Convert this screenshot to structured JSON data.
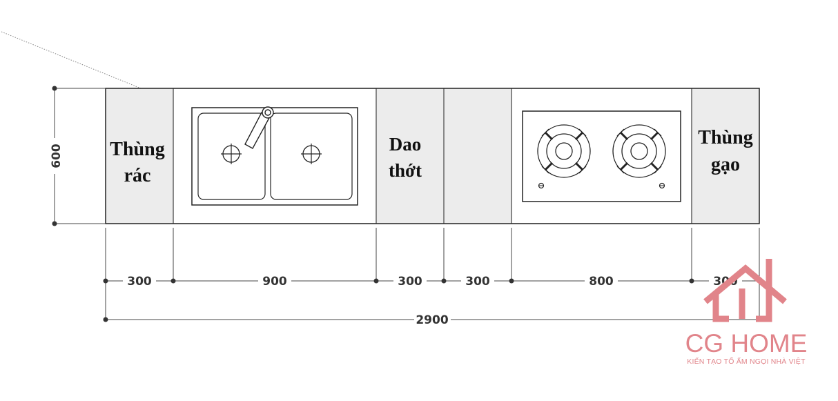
{
  "segments": {
    "trash": [
      "Thùng",
      "rác"
    ],
    "knife": [
      "Dao",
      "thớt"
    ],
    "rice": [
      "Thùng",
      "gạo"
    ]
  },
  "dimensions": {
    "depth": "600",
    "widths": [
      "300",
      "900",
      "300",
      "300",
      "800",
      "300"
    ],
    "total": "2900"
  },
  "logo": {
    "brand": "CG HOME",
    "tagline": "KIẾN TẠO TỔ ẤM NGỌI NHÀ VIỆT"
  },
  "colors": {
    "counter_fill": "#ececec",
    "line": "#222222",
    "dim_line": "#444444",
    "logo": "#e1848a"
  },
  "icons": [
    "double-sink-icon",
    "faucet-icon",
    "gas-hob-icon"
  ]
}
